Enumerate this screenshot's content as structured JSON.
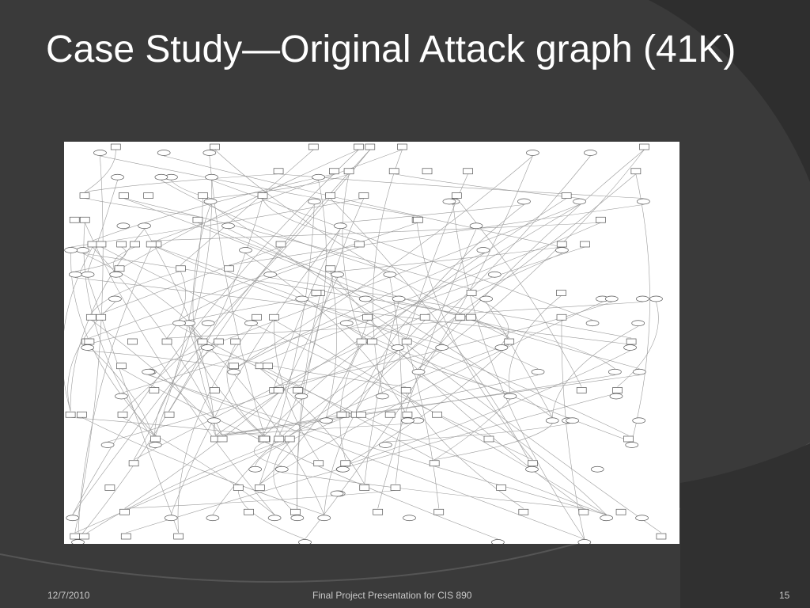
{
  "slide": {
    "title": "Case Study—Original Attack graph (41K)",
    "footer": {
      "date": "12/7/2010",
      "center": "Final Project Presentation for CIS 890",
      "page": "15"
    }
  },
  "colors": {
    "background": "#3a3a3a",
    "background_dark": "#2b2b2b",
    "accent_arc": "#555555",
    "title_text": "#ffffff",
    "footer_text": "#c9c9c9",
    "graph_panel": "#ffffff",
    "graph_lines": "#9a9a9a"
  }
}
